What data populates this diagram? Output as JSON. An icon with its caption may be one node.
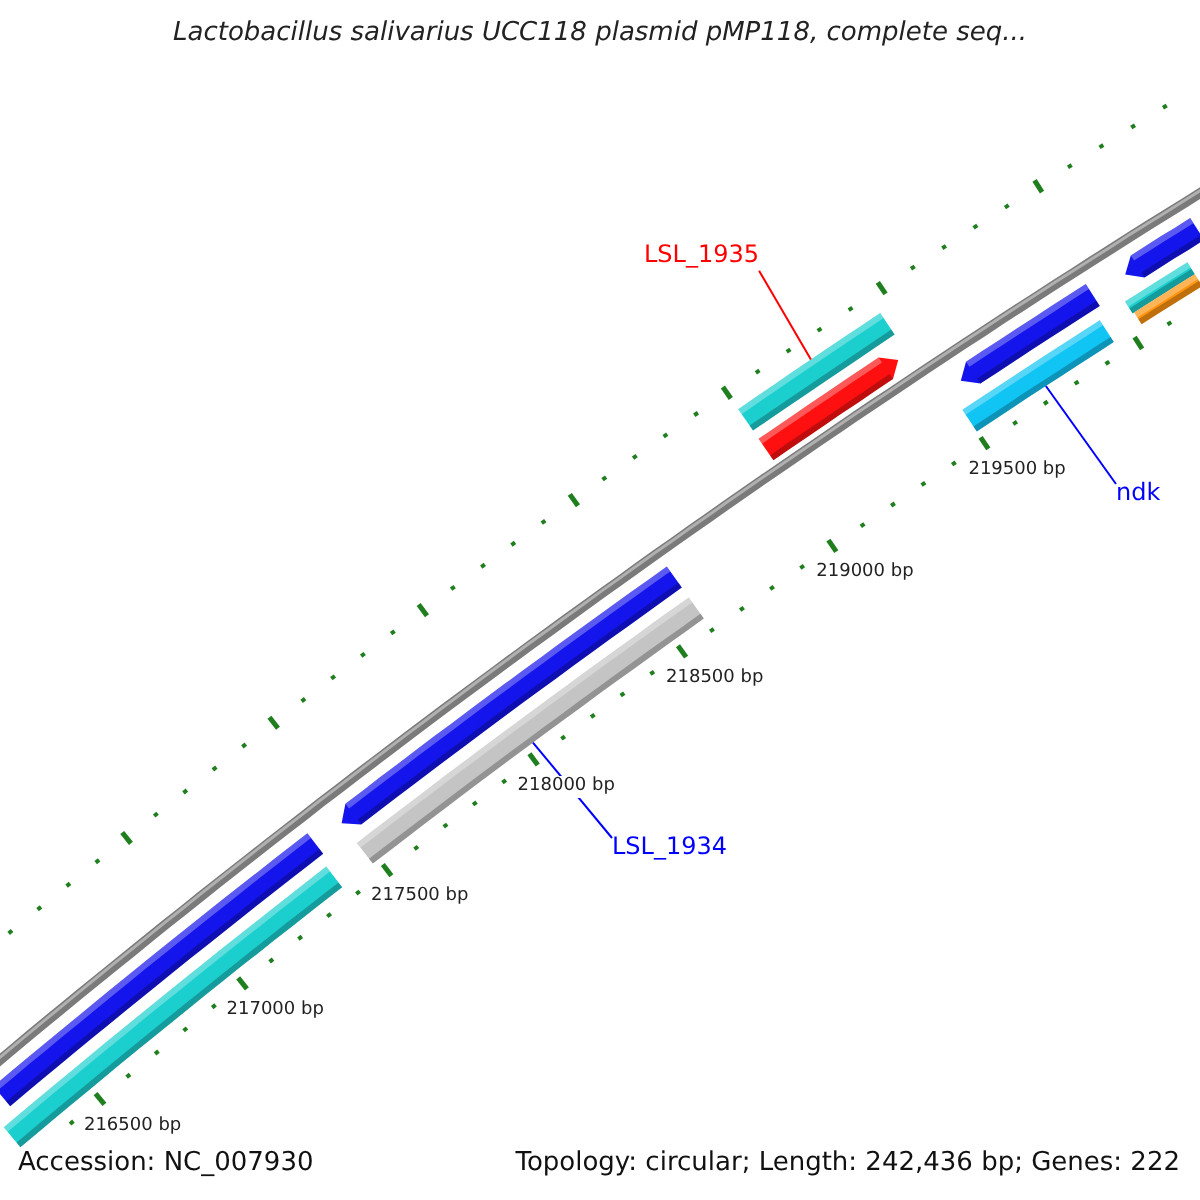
{
  "diagram": {
    "title": "Lactobacillus salivarius UCC118 plasmid pMP118, complete seq...",
    "nodes": [
      {
        "text": [
          "LSL_1935"
        ]
      },
      {
        "text": [],
        "shape": "bar"
      },
      {
        "text": [],
        "shape": "bar"
      },
      {
        "text": [],
        "shape": "bar"
      },
      {
        "text": [],
        "shape": "bar"
      },
      {
        "text": [],
        "shape": "bar"
      },
      {
        "text": [],
        "shape": "bar"
      },
      {
        "text": [],
        "shape": "bar"
      },
      {
        "text": [
          "ndk"
        ]
      },
      {
        "text": [],
        "shape": "bar"
      },
      {
        "text": [],
        "shape": "bar"
      },
      {
        "text": [
          "LSL_1934"
        ]
      },
      {
        "text": [],
        "shape": "bar"
      },
      {
        "text": [],
        "shape": "bar"
      }
    ],
    "edges": [
      {
        "from": 0,
        "to": 4,
        "arrow": "none",
        "color": "#ff0000"
      },
      {
        "from": 8,
        "to": 7,
        "arrow": "none"
      },
      {
        "from": 11,
        "to": 10,
        "arrow": "none"
      }
    ],
    "labels": [
      "216500 bp",
      "217000 bp",
      "217500 bp",
      "218000 bp",
      "218500 bp",
      "219000 bp",
      "219500 bp",
      "Accession: NC_007930",
      "Topology: circular; Length: 242,436 bp; Genes: 222"
    ]
  }
}
